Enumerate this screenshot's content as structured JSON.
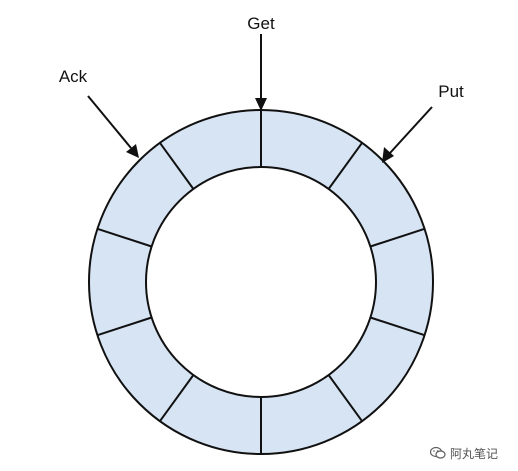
{
  "diagram": {
    "ring_slots": 10,
    "ring_fill": "#d6e4f4",
    "stroke_color": "#111111",
    "pointers": {
      "get": {
        "label": "Get",
        "slot_boundary": 0
      },
      "put": {
        "label": "Put",
        "slot_boundary": 1
      },
      "ack": {
        "label": "Ack",
        "slot_boundary": 9
      }
    }
  },
  "watermark": {
    "icon": "wechat-bubble-icon",
    "text": "阿丸笔记"
  }
}
